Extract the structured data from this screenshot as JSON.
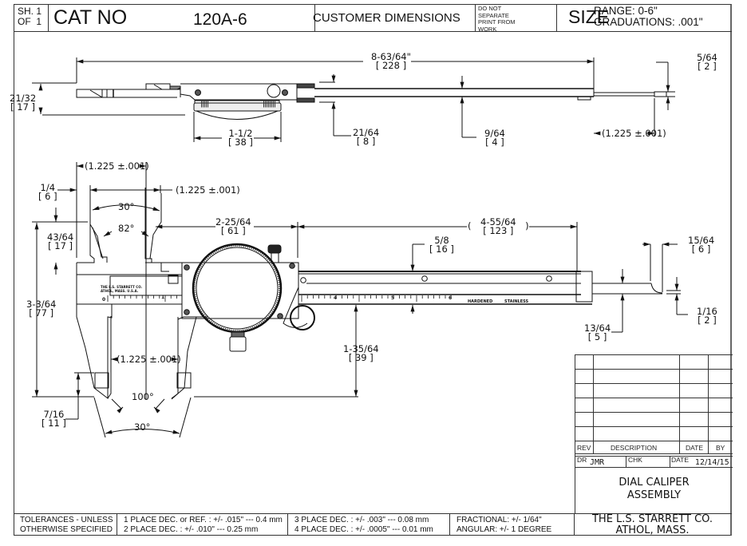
{
  "header": {
    "sheet_label": "SH.",
    "sheet_num": "1",
    "of_label": "OF",
    "of_num": "1",
    "cat_no_label": "CAT NO",
    "cat_no_value": "120A-6",
    "customer_dimensions": "CUSTOMER DIMENSIONS",
    "do_not_separate": [
      "DO NOT",
      "SEPARATE",
      "PRINT FROM",
      "WORK"
    ],
    "size_label": "SIZE",
    "range": "RANGE: 0-6\"",
    "graduations": "GRADUATIONS: .001\""
  },
  "top_view": {
    "overall_length": {
      "in": "8-63/64\"",
      "mm": "[ 228 ]"
    },
    "thickness_left": {
      "in": "21/32",
      "mm": "[ 17 ]"
    },
    "dial_width": {
      "in": "1-1/2",
      "mm": "[ 38 ]"
    },
    "beam_thickness_slider": {
      "in": "21/64",
      "mm": "[ 8 ]"
    },
    "beam_thickness": {
      "in": "9/64",
      "mm": "[ 4 ]"
    },
    "depth_rod_thickness": {
      "in": "5/64",
      "mm": "[ 2 ]"
    },
    "depth_rod_ext": "(1.225 ±.001)"
  },
  "front_view": {
    "top_jaw_gap": "(1.225 ±.001)",
    "inside_jaw_gap": "(1.225 ±.001)",
    "outside_jaw_gap": "(1.225 ±.001)",
    "inside_jaw_width": {
      "in": "1/4",
      "mm": "[ 6 ]"
    },
    "inside_jaw_len": {
      "in": "43/64",
      "mm": "[ 17 ]"
    },
    "overall_height": {
      "in": "3-3/64",
      "mm": "[ 77 ]"
    },
    "jaw_tip": {
      "in": "7/16",
      "mm": "[ 11 ]"
    },
    "angle_top_outer": "30°",
    "angle_top_inner": "82°",
    "angle_bottom_inner": "100°",
    "angle_bottom_outer": "30°",
    "slider_width": {
      "in": "2-25/64",
      "mm": "[ 61 ]"
    },
    "beam_remaining": {
      "in": "4-55/64",
      "mm": "[ 123 ]",
      "open": "(",
      "close": ")"
    },
    "beam_width": {
      "in": "5/8",
      "mm": "[ 16 ]"
    },
    "beam_to_jaw": {
      "in": "1-35/64",
      "mm": "[ 39 ]"
    },
    "depth_rod_width": {
      "in": "15/64",
      "mm": "[ 6 ]"
    },
    "depth_rod_height": {
      "in": "13/64",
      "mm": "[ 5 ]"
    },
    "depth_rod_tip": {
      "in": "1/16",
      "mm": "[ 2 ]"
    },
    "scale_text": [
      "HARDENED",
      "STAINLESS"
    ],
    "scale_numbers": [
      "0",
      "1",
      "4",
      "5",
      "6"
    ]
  },
  "title_block": {
    "rev_rows": 6,
    "rev_label": "REV",
    "description_label": "DESCRIPTION",
    "date_label": "DATE",
    "by_label": "BY",
    "dr_label": "DR",
    "dr_value": "JMR",
    "chk_label": "CHK",
    "date2_label": "DATE",
    "date2_value": "12/14/15",
    "title_line1": "DIAL CALIPER",
    "title_line2": "ASSEMBLY",
    "company_line1": "THE L.S. STARRETT CO.",
    "company_line2": "ATHOL, MASS."
  },
  "tolerances": {
    "label_line1": "TOLERANCES - UNLESS",
    "label_line2": "OTHERWISE SPECIFIED",
    "one_place": "1 PLACE DEC. or REF. :  +/- .015\" --- 0.4 mm",
    "two_place": "2 PLACE DEC. :  +/- .010\" --- 0.25 mm",
    "three_place": "3 PLACE DEC. :  +/- .003\" --- 0.08 mm",
    "four_place": "4 PLACE DEC. :  +/- .0005\" --- 0.01 mm",
    "fractional": "FRACTIONAL: +/- 1/64\"",
    "angular": "ANGULAR:  +/- 1 DEGREE"
  }
}
